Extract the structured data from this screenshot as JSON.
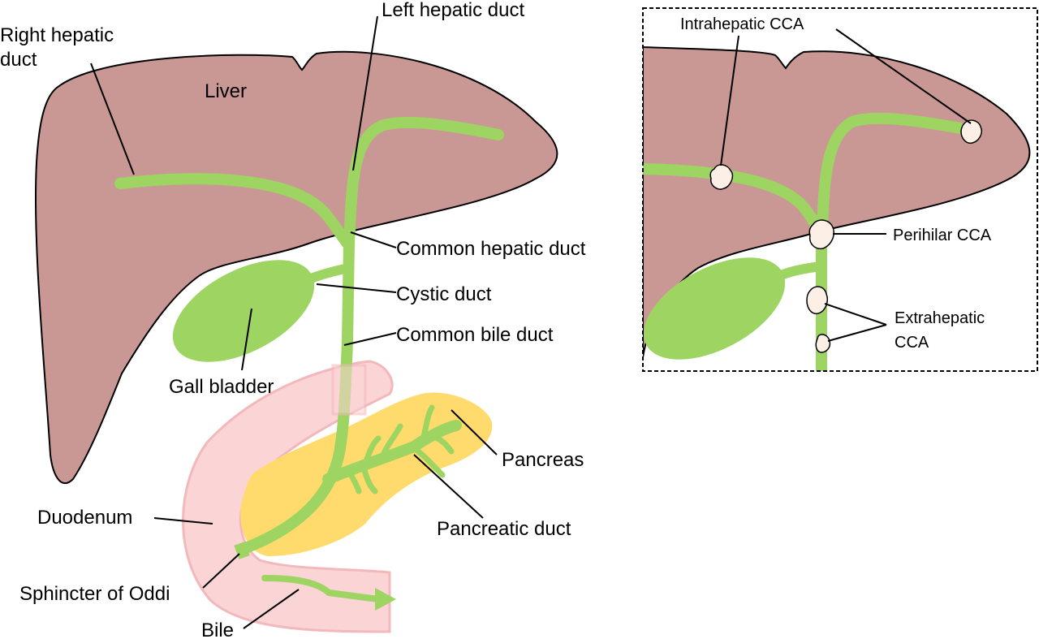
{
  "colors": {
    "liver": "#c99894",
    "duct": "#9ed461",
    "gallbladder": "#9ed461",
    "pancreas": "#fedb6c",
    "duodenum": "#fbd4d6",
    "duodenum_edge": "#f3b8bb",
    "tumor": "#fbefe6",
    "outline": "#000000"
  },
  "main_diagram": {
    "labels": {
      "right_hepatic_duct_1": "Right hepatic",
      "right_hepatic_duct_2": "duct",
      "left_hepatic_duct": "Left hepatic duct",
      "liver": "Liver",
      "common_hepatic_duct": "Common hepatic duct",
      "cystic_duct": "Cystic duct",
      "common_bile_duct": "Common bile duct",
      "gall_bladder": "Gall bladder",
      "pancreas": "Pancreas",
      "pancreatic_duct": "Pancreatic duct",
      "duodenum": "Duodenum",
      "sphincter_of_oddi": "Sphincter of Oddi",
      "bile": "Bile"
    }
  },
  "inset": {
    "labels": {
      "intrahepatic_cca": "Intrahepatic CCA",
      "perihilar_cca": "Perihilar CCA",
      "extrahepatic_cca_1": "Extrahepatic",
      "extrahepatic_cca_2": "CCA"
    },
    "border_style": "dashed"
  }
}
